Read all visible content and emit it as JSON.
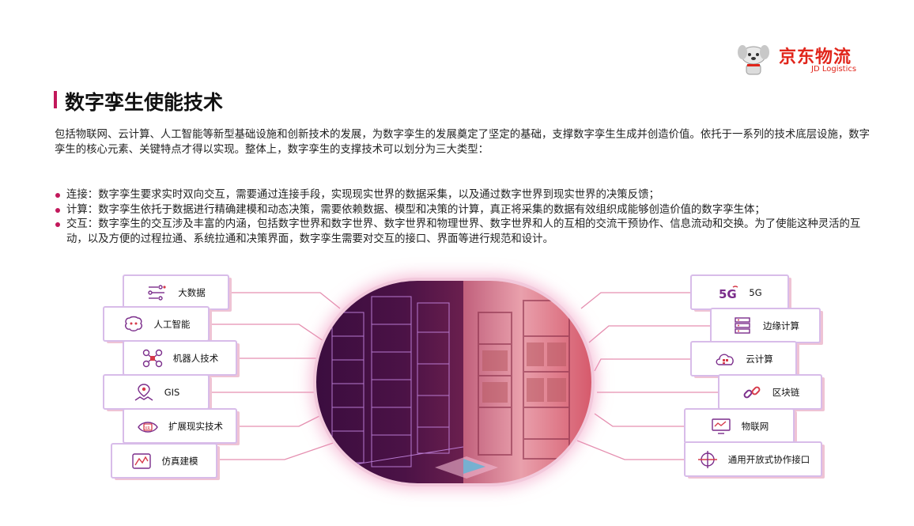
{
  "logo": {
    "cn": "京东物流",
    "en": "JD Logistics",
    "brand_color": "#e1251b"
  },
  "page": {
    "title": "数字孪生使能技术",
    "accent_color": "#c2185b"
  },
  "intro": "包括物联网、云计算、人工智能等新型基础设施和创新技术的发展，为数字孪生的发展奠定了坚定的基础，支撑数字孪生生成并创造价值。依托于一系列的技术底层设施，数字孪生的核心元素、关键特点才得以实现。整体上，数字孪生的支撑技术可以划分为三大类型：",
  "bullets": [
    "连接：数字孪生要求实时双向交互，需要通过连接手段，实现现实世界的数据采集，以及通过数字世界到现实世界的决策反馈；",
    "计算：数字孪生依托于数据进行精确建模和动态决策，需要依赖数据、模型和决策的计算，真正将采集的数据有效组织成能够创造价值的数字孪生体；",
    "交互：数字孪生的交互涉及丰富的内涵，包括数字世界和数字世界、数字世界和物理世界、数字世界和人的互相的交流干预协作、信息流动和交换。为了使能这种灵活的互动，以及方便的过程拉通、系统拉通和决策界面，数字孪生需要对交互的接口、界面等进行规范和设计。"
  ],
  "left_tags": [
    {
      "label": "大数据",
      "icon": "big-data-icon"
    },
    {
      "label": "人工智能",
      "icon": "ai-brain-icon"
    },
    {
      "label": "机器人技术",
      "icon": "drone-icon"
    },
    {
      "label": "GIS",
      "icon": "map-pin-icon"
    },
    {
      "label": "扩展现实技术",
      "icon": "xr-eye-icon"
    },
    {
      "label": "仿真建模",
      "icon": "simulation-icon"
    }
  ],
  "right_tags": [
    {
      "label": "5G",
      "icon": "5g-icon"
    },
    {
      "label": "边缘计算",
      "icon": "server-icon"
    },
    {
      "label": "云计算",
      "icon": "cloud-icon"
    },
    {
      "label": "区块链",
      "icon": "chain-icon"
    },
    {
      "label": "物联网",
      "icon": "iot-monitor-icon"
    },
    {
      "label": "通用开放式协作接口",
      "icon": "interface-icon"
    }
  ],
  "colors": {
    "line": "#e58fb0",
    "icon_purple": "#7b2d8b",
    "icon_red": "#d63a4a",
    "tag_border": "#d8bce9"
  }
}
